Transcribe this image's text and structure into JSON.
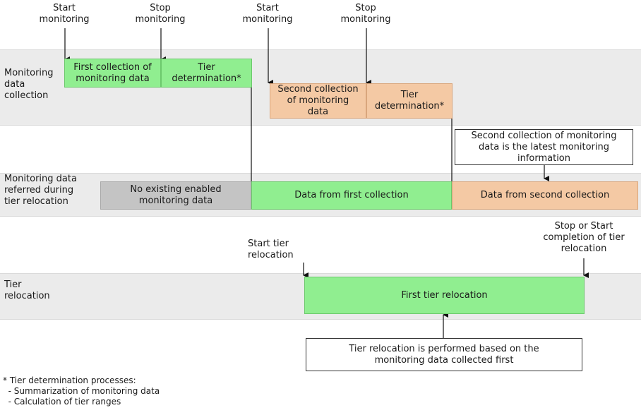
{
  "events": {
    "start_monitoring_1": "Start\nmonitoring",
    "stop_monitoring_1": "Stop\nmonitoring",
    "start_monitoring_2": "Start\nmonitoring",
    "stop_monitoring_2": "Stop\nmonitoring",
    "start_tier_relocation": "Start tier\nrelocation",
    "stop_or_completion": "Stop or Start\ncompletion of tier\nrelocation"
  },
  "lanes": {
    "monitoring": "Monitoring\ndata\ncollection",
    "referred": "Monitoring data\nreferred during\ntier relocation",
    "relocation": "Tier\nrelocation"
  },
  "boxes": {
    "first_collection": "First collection of\nmonitoring data",
    "tier_determination_1": "Tier\ndetermination*",
    "second_collection": "Second collection\nof monitoring\ndata",
    "tier_determination_2": "Tier\ndetermination*",
    "no_existing": "No existing enabled\nmonitoring data",
    "data_first": "Data from first collection",
    "data_second": "Data from second collection",
    "first_tier_relocation": "First tier relocation"
  },
  "notes": {
    "latest": "Second collection of monitoring\ndata is the latest monitoring\ninformation",
    "performed": "Tier relocation is performed based on the\nmonitoring data collected first"
  },
  "footnote": {
    "title": "* Tier determination processes:",
    "item1": "  - Summarization of monitoring data",
    "item2": "  - Calculation of tier ranges"
  },
  "colors": {
    "green": "#90ee90",
    "orange": "#f4c9a4",
    "gray": "#c4c4c4",
    "lane": "#ebebeb"
  }
}
